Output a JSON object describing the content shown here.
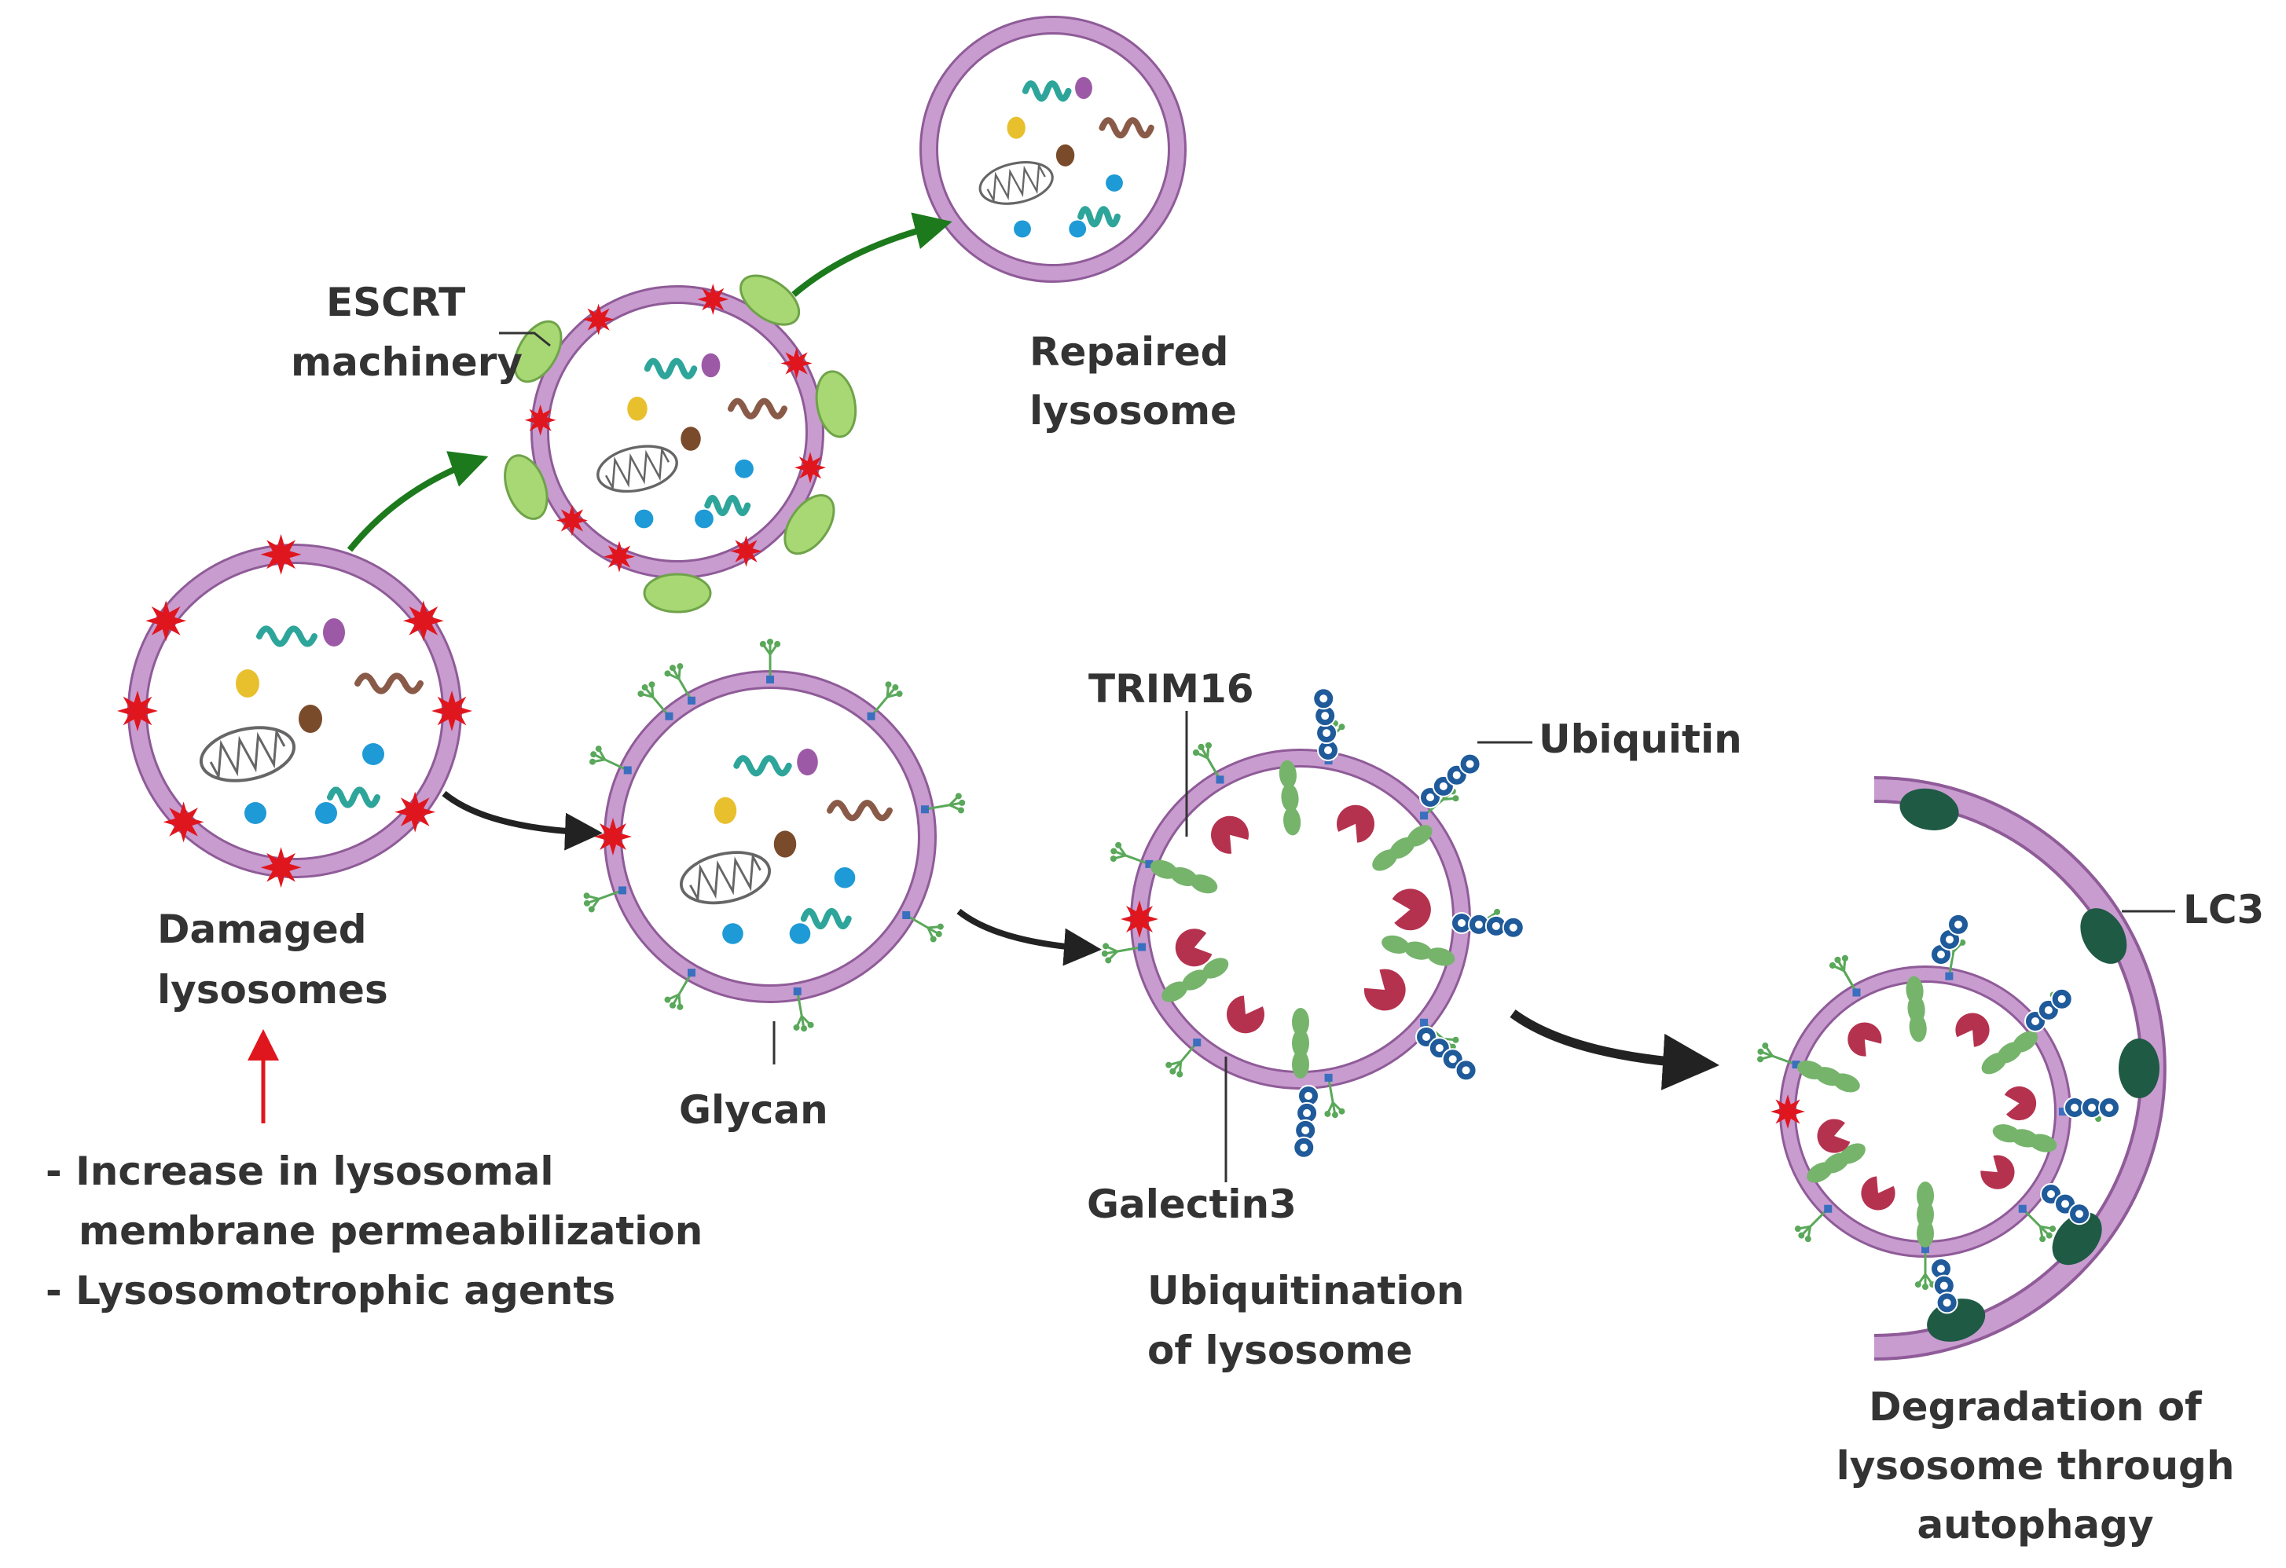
{
  "labels": {
    "escrt_line1": "ESCRT",
    "escrt_line2": "machinery",
    "repaired_line1": "Repaired",
    "repaired_line2": "lysosome",
    "damaged_line1": "Damaged",
    "damaged_line2": "lysosomes",
    "cause1_line1": "- Increase in lysosomal",
    "cause1_line2": "membrane permeabilization",
    "cause2": "- Lysosomotrophic agents",
    "glycan": "Glycan",
    "trim16": "TRIM16",
    "ubiquitin": "Ubiquitin",
    "galectin3": "Galectin3",
    "ubiq_line1": "Ubiquitination",
    "ubiq_line2": "of lysosome",
    "lc3": "LC3",
    "degradation_line1": "Degradation of",
    "degradation_line2": "lysosome through",
    "degradation_line3": "autophagy"
  },
  "colors": {
    "membrane": "#c89ccf",
    "membrane_edge": "#8f5b98",
    "damage": "#e0161e",
    "escrt": "#a7d873",
    "galectin": "#76b46c",
    "trim16": "#b5324f",
    "ubiquitin": "#1f5a9a",
    "lc3": "#1f5a45",
    "repair_arrow": "#1c7a1c",
    "arrow": "#222222",
    "stimulus_arrow": "#e0161e"
  }
}
